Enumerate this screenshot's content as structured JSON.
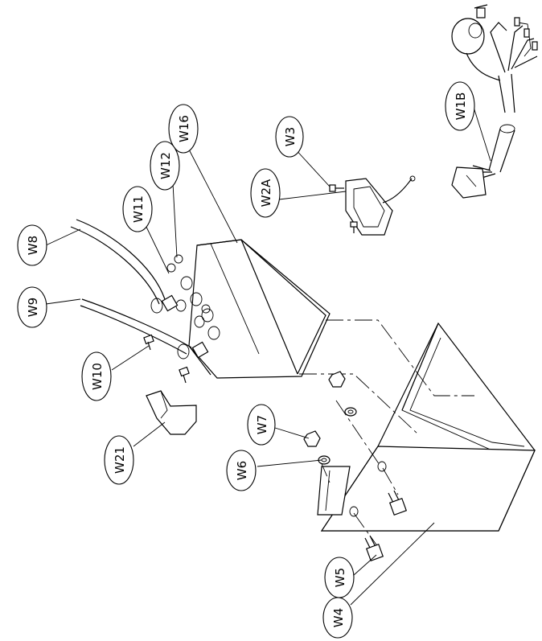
{
  "callouts": {
    "w1b": "W1B",
    "w2a": "W2A",
    "w3": "W3",
    "w4": "W4",
    "w5": "W5",
    "w6": "W6",
    "w7": "W7",
    "w8": "W8",
    "w9": "W9",
    "w10": "W10",
    "w11": "W11",
    "w12": "W12",
    "w16": "W16",
    "w21": "W21"
  }
}
